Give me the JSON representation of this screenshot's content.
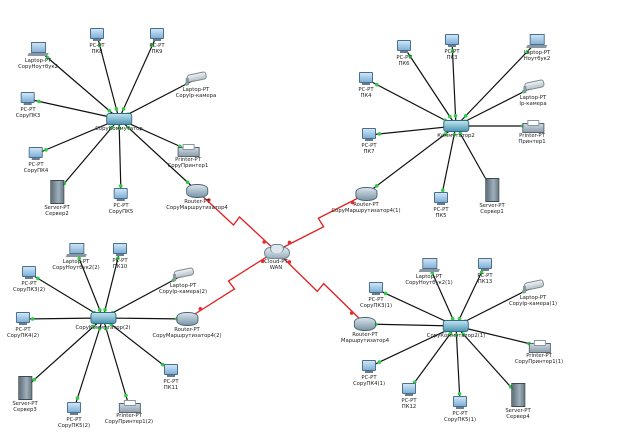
{
  "colors": {
    "lan_link": "#111111",
    "wan_link": "#e02020",
    "port_up": "#2ecc40",
    "port_down": "#e03030"
  },
  "networks": {
    "top_left": {
      "switch": "CopyКоммутатор",
      "laptop": {
        "type": "Laptop-PT",
        "name": "CopyНоутбук2"
      },
      "pc_a": {
        "type": "PC-PT",
        "name": "ПК8"
      },
      "pc_b": {
        "type": "PC-PT",
        "name": "ПК9"
      },
      "pc_c": {
        "type": "PC-PT",
        "name": "CopyПК3"
      },
      "camera": {
        "type": "Laptop-PT",
        "name": "CopyIp-камера"
      },
      "pc_d": {
        "type": "PC-PT",
        "name": "CopyПК4"
      },
      "printer": {
        "type": "Printer-PT",
        "name": "CopyПринтер1"
      },
      "server": {
        "type": "Server-PT",
        "name": "Сервер2"
      },
      "pc_e": {
        "type": "PC-PT",
        "name": "CopyПК5"
      },
      "router": {
        "type": "Router-PT",
        "name": "CopyМаршрутизатор4"
      }
    },
    "top_right": {
      "switch": "Коммутатор2",
      "pc_a": {
        "type": "PC-PT",
        "name": "ПК6"
      },
      "pc_b": {
        "type": "PC-PT",
        "name": "ПК3"
      },
      "laptop": {
        "type": "Laptop-PT",
        "name": "Ноутбук2"
      },
      "pc_c": {
        "type": "PC-PT",
        "name": "ПК4"
      },
      "camera": {
        "type": "Laptop-PT",
        "name": "Ip-камера"
      },
      "pc_d": {
        "type": "PC-PT",
        "name": "ПК7"
      },
      "printer": {
        "type": "Printer-PT",
        "name": "Принтер1"
      },
      "pc_e": {
        "type": "PC-PT",
        "name": "ПК5"
      },
      "server": {
        "type": "Server-PT",
        "name": "Сервер1"
      },
      "router": {
        "type": "Router-PT",
        "name": "CopyМаршрутизатор4(1)"
      }
    },
    "bottom_left": {
      "switch": "CopyКоммутатор(2)",
      "pc_a": {
        "type": "PC-PT",
        "name": "CopyПК3(2)"
      },
      "laptop": {
        "type": "Laptop-PT",
        "name": "CopyНоутбук2(2)"
      },
      "pc_b": {
        "type": "PC-PT",
        "name": "ПК10"
      },
      "camera": {
        "type": "Laptop-PT",
        "name": "CopyIp-камера(2)"
      },
      "pc_c": {
        "type": "PC-PT",
        "name": "CopyПК4(2)"
      },
      "router": {
        "type": "Router-PT",
        "name": "CopyМаршрутизатор4(2)"
      },
      "pc_d": {
        "type": "PC-PT",
        "name": "ПК11"
      },
      "server": {
        "type": "Server-PT",
        "name": "Сервер3"
      },
      "pc_e": {
        "type": "PC-PT",
        "name": "CopyПК5(2)"
      },
      "printer": {
        "type": "Printer-PT",
        "name": "CopyПринтер1(2)"
      }
    },
    "bottom_right": {
      "switch": "CopyКоммутатор2(1)",
      "laptop": {
        "type": "Laptop-PT",
        "name": "CopyНоутбук2(1)"
      },
      "pc_a": {
        "type": "PC-PT",
        "name": "ПК13"
      },
      "pc_b": {
        "type": "PC-PT",
        "name": "CopyПК3(1)"
      },
      "camera": {
        "type": "Laptop-PT",
        "name": "CopyIp-камера(1)"
      },
      "router": {
        "type": "Router-PT",
        "name": "Маршрутизатор4"
      },
      "printer": {
        "type": "Printer-PT",
        "name": "CopyПринтер1(1)"
      },
      "pc_c": {
        "type": "PC-PT",
        "name": "CopyПК4(1)"
      },
      "pc_d": {
        "type": "PC-PT",
        "name": "ПК12"
      },
      "pc_e": {
        "type": "PC-PT",
        "name": "CopyПК5(1)"
      },
      "server": {
        "type": "Server-PT",
        "name": "Сервер4"
      }
    }
  },
  "cloud": {
    "type": "Cloud-PT",
    "name": "WAN"
  }
}
